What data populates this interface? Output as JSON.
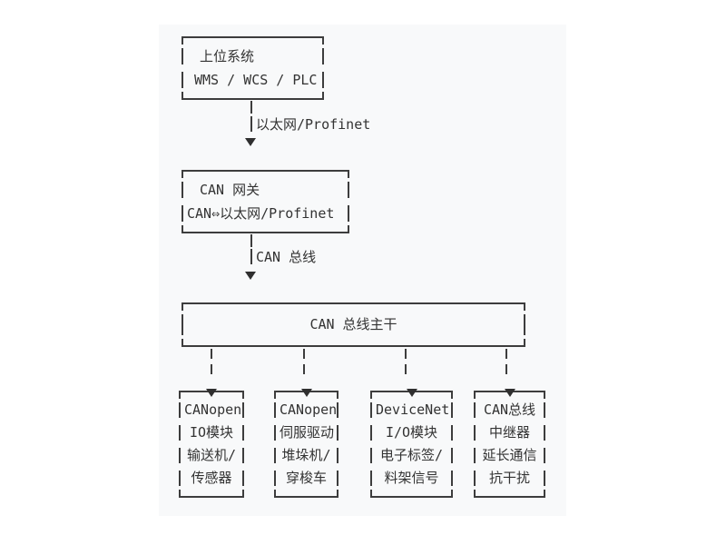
{
  "colors": {
    "line": "#3d3d3d",
    "text": "#333333",
    "panel-bg": "#f8f9fa",
    "page-bg": "#ffffff"
  },
  "diagram": {
    "host_box": {
      "lines": [
        "上位系统",
        "WMS / WCS / PLC"
      ]
    },
    "link_ethernet": {
      "label": "以太网/Profinet"
    },
    "gateway_box": {
      "lines": [
        "CAN 网关",
        "CAN⇔以太网/Profinet"
      ]
    },
    "link_canbus": {
      "label": "CAN 总线"
    },
    "backbone_box": {
      "label": "CAN 总线主干"
    },
    "branches": [
      {
        "lines": [
          "CANopen",
          "IO模块",
          "输送机/",
          "传感器"
        ]
      },
      {
        "lines": [
          "CANopen",
          "伺服驱动",
          "堆垛机/",
          "穿梭车"
        ]
      },
      {
        "lines": [
          "DeviceNet",
          "I/O模块",
          "电子标签/",
          "料架信号"
        ]
      },
      {
        "lines": [
          "CAN总线",
          "中继器",
          "延长通信",
          "抗干扰"
        ]
      }
    ]
  }
}
